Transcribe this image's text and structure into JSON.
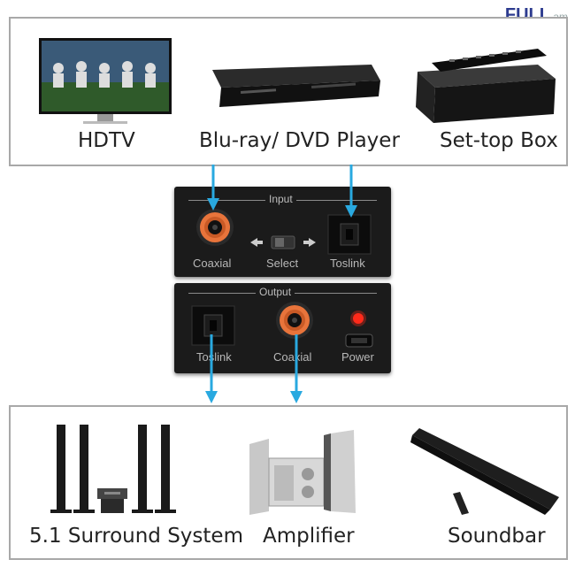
{
  "watermark": {
    "text": "FULL",
    "suffix": ".am"
  },
  "sources": {
    "hdtv": "HDTV",
    "player": "Blu-ray/ DVD Player",
    "settop": "Set-top Box"
  },
  "input_panel": {
    "title": "Input",
    "coaxial": "Coaxial",
    "select": "Select",
    "toslink": "Toslink"
  },
  "output_panel": {
    "title": "Output",
    "toslink": "Toslink",
    "coaxial": "Coaxial",
    "power": "Power"
  },
  "outputs": {
    "surround": "5.1 Surround System",
    "amplifier": "Amplifier",
    "soundbar": "Soundbar"
  },
  "colors": {
    "arrow": "#29a9e0",
    "rca_ring": "#e8743b",
    "led": "#ff2a1a",
    "panel": "#1b1b1b",
    "border": "#a8a8a8"
  }
}
